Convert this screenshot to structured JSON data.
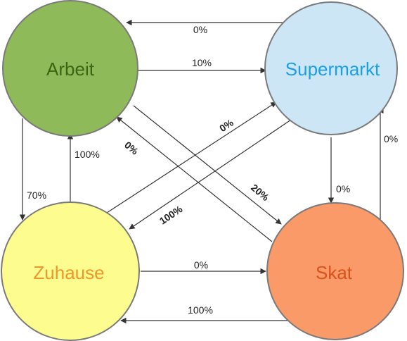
{
  "nodes": {
    "arbeit": {
      "label": "Arbeit",
      "fill": "#8fba5a",
      "text_color": "#3b6614"
    },
    "supermarkt": {
      "label": "Supermarkt",
      "fill": "#cde6f6",
      "text_color": "#1a9ee6"
    },
    "zuhause": {
      "label": "Zuhause",
      "fill": "#fdfd8f",
      "text_color": "#f0962a"
    },
    "skat": {
      "label": "Skat",
      "fill": "#fa9a68",
      "text_color": "#d8531e"
    }
  },
  "edges": {
    "supermarkt_to_arbeit": {
      "label": "0%"
    },
    "arbeit_to_supermarkt": {
      "label": "10%"
    },
    "zuhause_to_supermarkt": {
      "label": "0%"
    },
    "skat_to_arbeit": {
      "label": "0%"
    },
    "arbeit_to_skat": {
      "label": "20%"
    },
    "supermarkt_to_zuhause": {
      "label": "100%"
    },
    "zuhause_to_arbeit": {
      "label": "100%"
    },
    "arbeit_to_zuhause": {
      "label": "70%"
    },
    "supermarkt_to_skat": {
      "label": "0%"
    },
    "skat_to_supermarkt": {
      "label": "0%"
    },
    "zuhause_to_skat": {
      "label": "0%"
    },
    "skat_to_zuhause": {
      "label": "100%"
    }
  },
  "colors": {
    "node_stroke": "#7a7a7a",
    "edge": "#333333"
  }
}
